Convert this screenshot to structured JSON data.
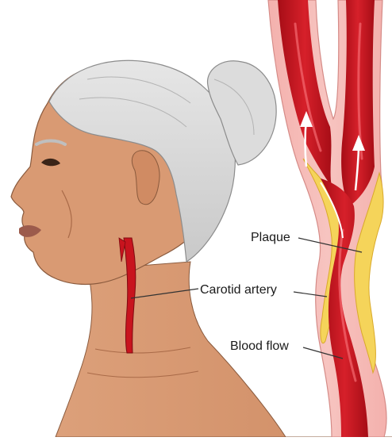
{
  "labels": {
    "plaque": "Plaque",
    "carotid_artery": "Carotid artery",
    "blood_flow": "Blood flow"
  },
  "colors": {
    "skin": "#d99a73",
    "skin_shadow": "#c4825b",
    "hair": "#d9d9d9",
    "hair_shadow": "#bfbfbf",
    "artery_red": "#c8141e",
    "artery_dark": "#8f0c14",
    "vessel_wall": "#f2a3a0",
    "plaque": "#f5d45a",
    "leader_line": "#333333"
  },
  "icons": {
    "flow_arrows": "arrow-up-icon"
  }
}
